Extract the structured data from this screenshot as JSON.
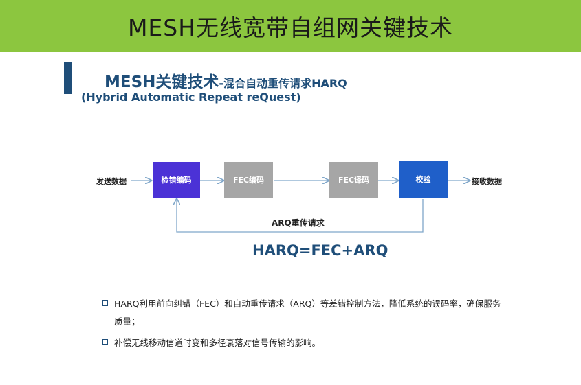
{
  "banner": {
    "title": "MESH无线宽带自组网关键技术"
  },
  "heading": {
    "main": "MESH关键技术",
    "sub": "-混合自动重传请求HARQ",
    "english": "(Hybrid Automatic Repeat reQuest)"
  },
  "diagram": {
    "input_label": "发送数据",
    "output_label": "接收数据",
    "boxes": [
      {
        "label": "检错编码",
        "color": "#4b32d6"
      },
      {
        "label": "FEC编码",
        "color": "#a6a6a6"
      },
      {
        "label": "FEC译码",
        "color": "#a6a6a6"
      },
      {
        "label": "校验",
        "color": "#1f5fc9"
      }
    ],
    "feedback_label": "ARQ重传请求",
    "formula": "HARQ=FEC+ARQ"
  },
  "bullets": [
    "HARQ利用前向纠错（FEC）和自动重传请求（ARQ）等差错控制方法，降低系统的误码率，确保服务质量；",
    "补偿无线移动信道时变和多径衰落对信号传输的影响。"
  ],
  "colors": {
    "banner_bg": "#8cc63f",
    "heading": "#1f4e79",
    "arrow": "#7fa6c9"
  }
}
